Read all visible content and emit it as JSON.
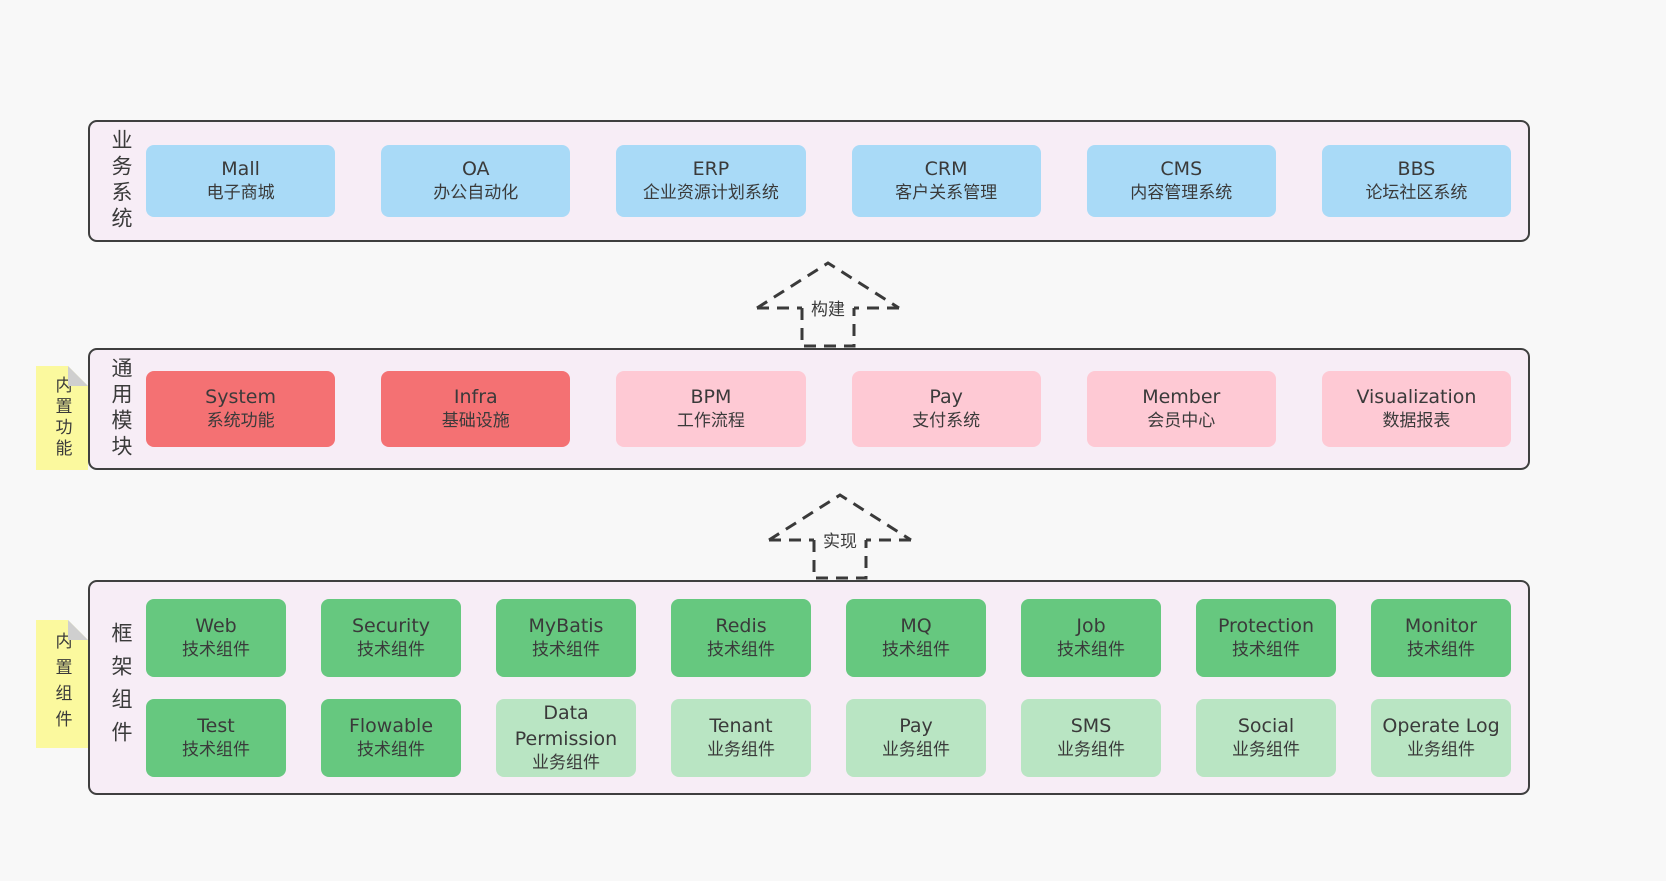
{
  "colors": {
    "page_bg": "#f8f8f8",
    "panel_bg": "#f7edf6",
    "panel_border": "#3f3f3f",
    "blue": "#a9daf7",
    "red": "#f47173",
    "pink": "#fec9d4",
    "green": "#66c87f",
    "lightgreen": "#b9e5c3",
    "note_yellow": "#fbf99e",
    "note_fold": "#cfcfcf",
    "text": "#3a3a3a"
  },
  "arrows": [
    {
      "label": "构建"
    },
    {
      "label": "实现"
    }
  ],
  "sections": {
    "business": {
      "label": "业务系统",
      "items": [
        {
          "name": "Mall",
          "desc": "电子商城",
          "color": "blue"
        },
        {
          "name": "OA",
          "desc": "办公自动化",
          "color": "blue"
        },
        {
          "name": "ERP",
          "desc": "企业资源计划系统",
          "color": "blue"
        },
        {
          "name": "CRM",
          "desc": "客户关系管理",
          "color": "blue"
        },
        {
          "name": "CMS",
          "desc": "内容管理系统",
          "color": "blue"
        },
        {
          "name": "BBS",
          "desc": "论坛社区系统",
          "color": "blue"
        }
      ]
    },
    "modules": {
      "label": "通用模块",
      "note": "内置功能",
      "items": [
        {
          "name": "System",
          "desc": "系统功能",
          "color": "red"
        },
        {
          "name": "Infra",
          "desc": "基础设施",
          "color": "red"
        },
        {
          "name": "BPM",
          "desc": "工作流程",
          "color": "pink"
        },
        {
          "name": "Pay",
          "desc": "支付系统",
          "color": "pink"
        },
        {
          "name": "Member",
          "desc": "会员中心",
          "color": "pink"
        },
        {
          "name": "Visualization",
          "desc": "数据报表",
          "color": "pink"
        }
      ]
    },
    "components": {
      "label": "框架组件",
      "note": "内置组件",
      "rows": {
        "row1": [
          {
            "name": "Web",
            "desc": "技术组件",
            "color": "green"
          },
          {
            "name": "Security",
            "desc": "技术组件",
            "color": "green"
          },
          {
            "name": "MyBatis",
            "desc": "技术组件",
            "color": "green"
          },
          {
            "name": "Redis",
            "desc": "技术组件",
            "color": "green"
          },
          {
            "name": "MQ",
            "desc": "技术组件",
            "color": "green"
          },
          {
            "name": "Job",
            "desc": "技术组件",
            "color": "green"
          },
          {
            "name": "Protection",
            "desc": "技术组件",
            "color": "green"
          },
          {
            "name": "Monitor",
            "desc": "技术组件",
            "color": "green"
          }
        ],
        "row2": [
          {
            "name": "Test",
            "desc": "技术组件",
            "color": "green"
          },
          {
            "name": "Flowable",
            "desc": "技术组件",
            "color": "green"
          },
          {
            "name": "Data Permission",
            "desc": "业务组件",
            "color": "lightgreen"
          },
          {
            "name": "Tenant",
            "desc": "业务组件",
            "color": "lightgreen"
          },
          {
            "name": "Pay",
            "desc": "业务组件",
            "color": "lightgreen"
          },
          {
            "name": "SMS",
            "desc": "业务组件",
            "color": "lightgreen"
          },
          {
            "name": "Social",
            "desc": "业务组件",
            "color": "lightgreen"
          },
          {
            "name": "Operate Log",
            "desc": "业务组件",
            "color": "lightgreen"
          }
        ]
      }
    }
  }
}
